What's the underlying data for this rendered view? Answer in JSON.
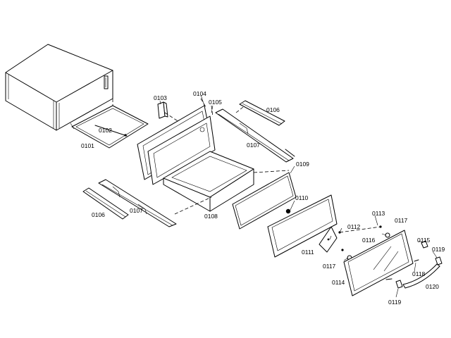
{
  "diagram": {
    "parts": {
      "p0101": "0101",
      "p0102": "0102",
      "p0103": "0103",
      "p0104": "0104",
      "p0105": "0105",
      "p0106_top": "0106",
      "p0106_bottom": "0106",
      "p0107_top": "0107",
      "p0107_bottom": "0107",
      "p0108": "0108",
      "p0109": "0109",
      "p0110": "0110",
      "p0111": "0111",
      "p0112": "0112",
      "p0113": "0113",
      "p0114": "0114",
      "p0115": "0115",
      "p0116": "0116",
      "p0117_top": "0117",
      "p0117_bottom": "0117",
      "p0118": "0118",
      "p0119_top": "0119",
      "p0119_bottom": "0119",
      "p0120": "0120"
    }
  }
}
